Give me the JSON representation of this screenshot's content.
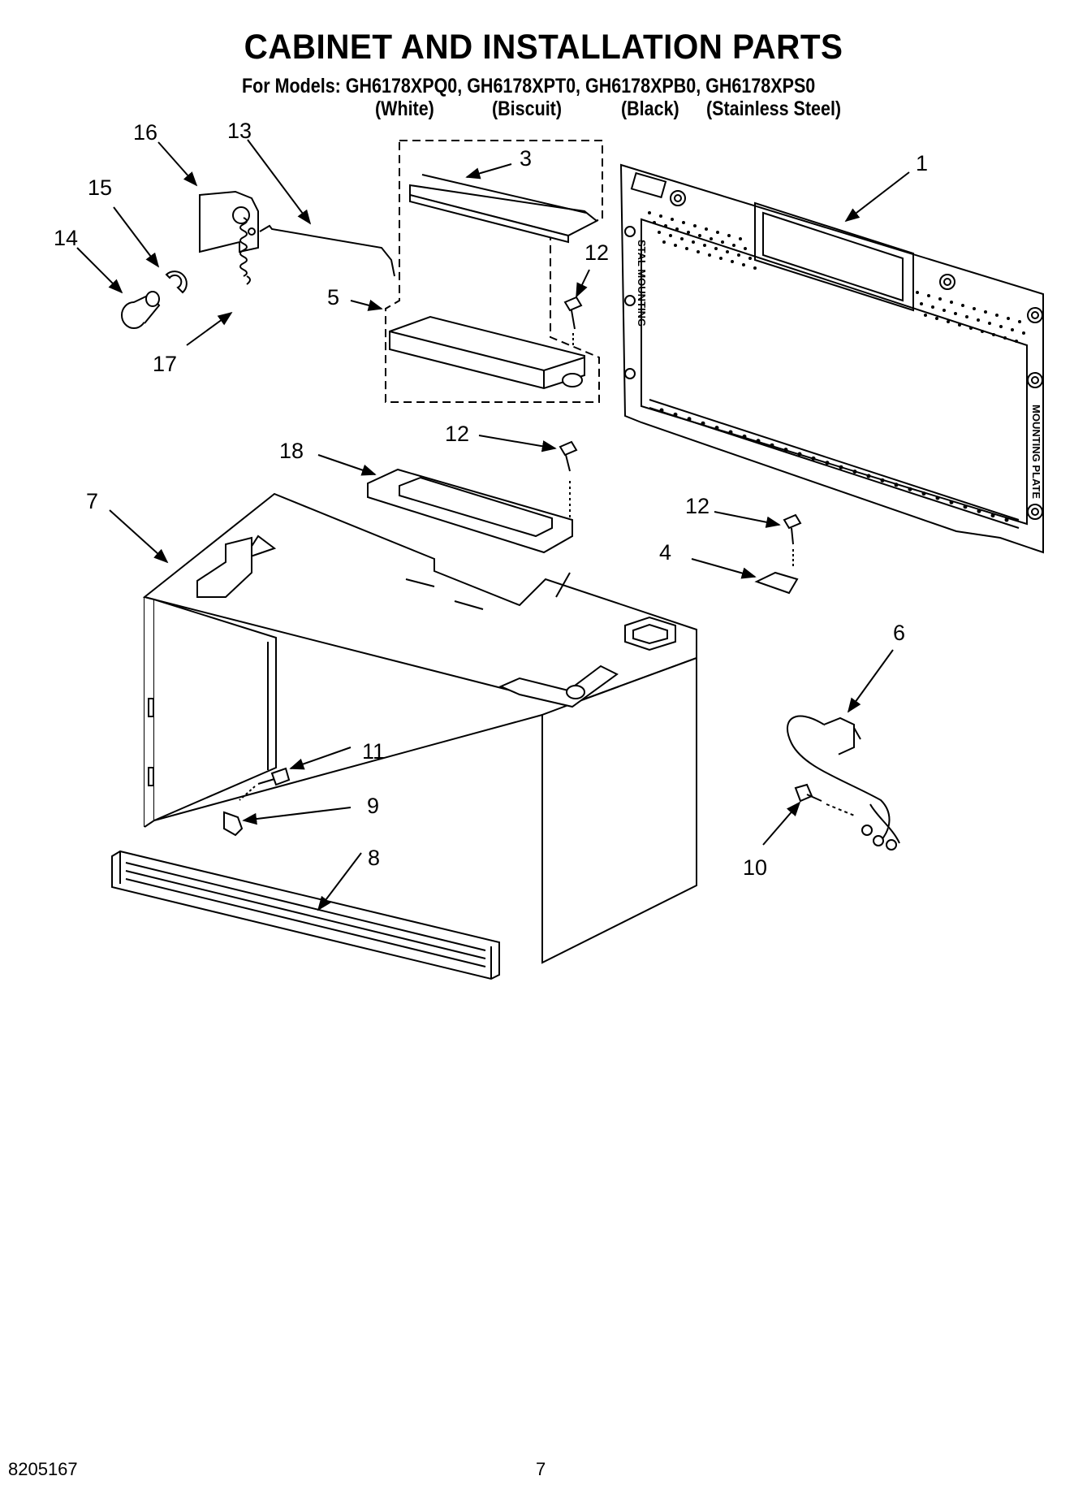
{
  "header": {
    "title": "CABINET AND INSTALLATION PARTS",
    "models_line": "For Models: GH6178XPQ0, GH6178XPT0, GH6178XPB0, GH6178XPS0",
    "variants": [
      "(White)",
      "(Biscuit)",
      "(Black)",
      "(Stainless Steel)"
    ]
  },
  "callouts": [
    "1",
    "3",
    "4",
    "5",
    "6",
    "7",
    "8",
    "9",
    "10",
    "11",
    "12",
    "12",
    "12",
    "13",
    "14",
    "15",
    "16",
    "17",
    "18"
  ],
  "plate_text": [
    "MOUNTING PLATE",
    "STAL MOUNTING"
  ],
  "footer": {
    "doc_number": "8205167",
    "page_number": "7"
  }
}
